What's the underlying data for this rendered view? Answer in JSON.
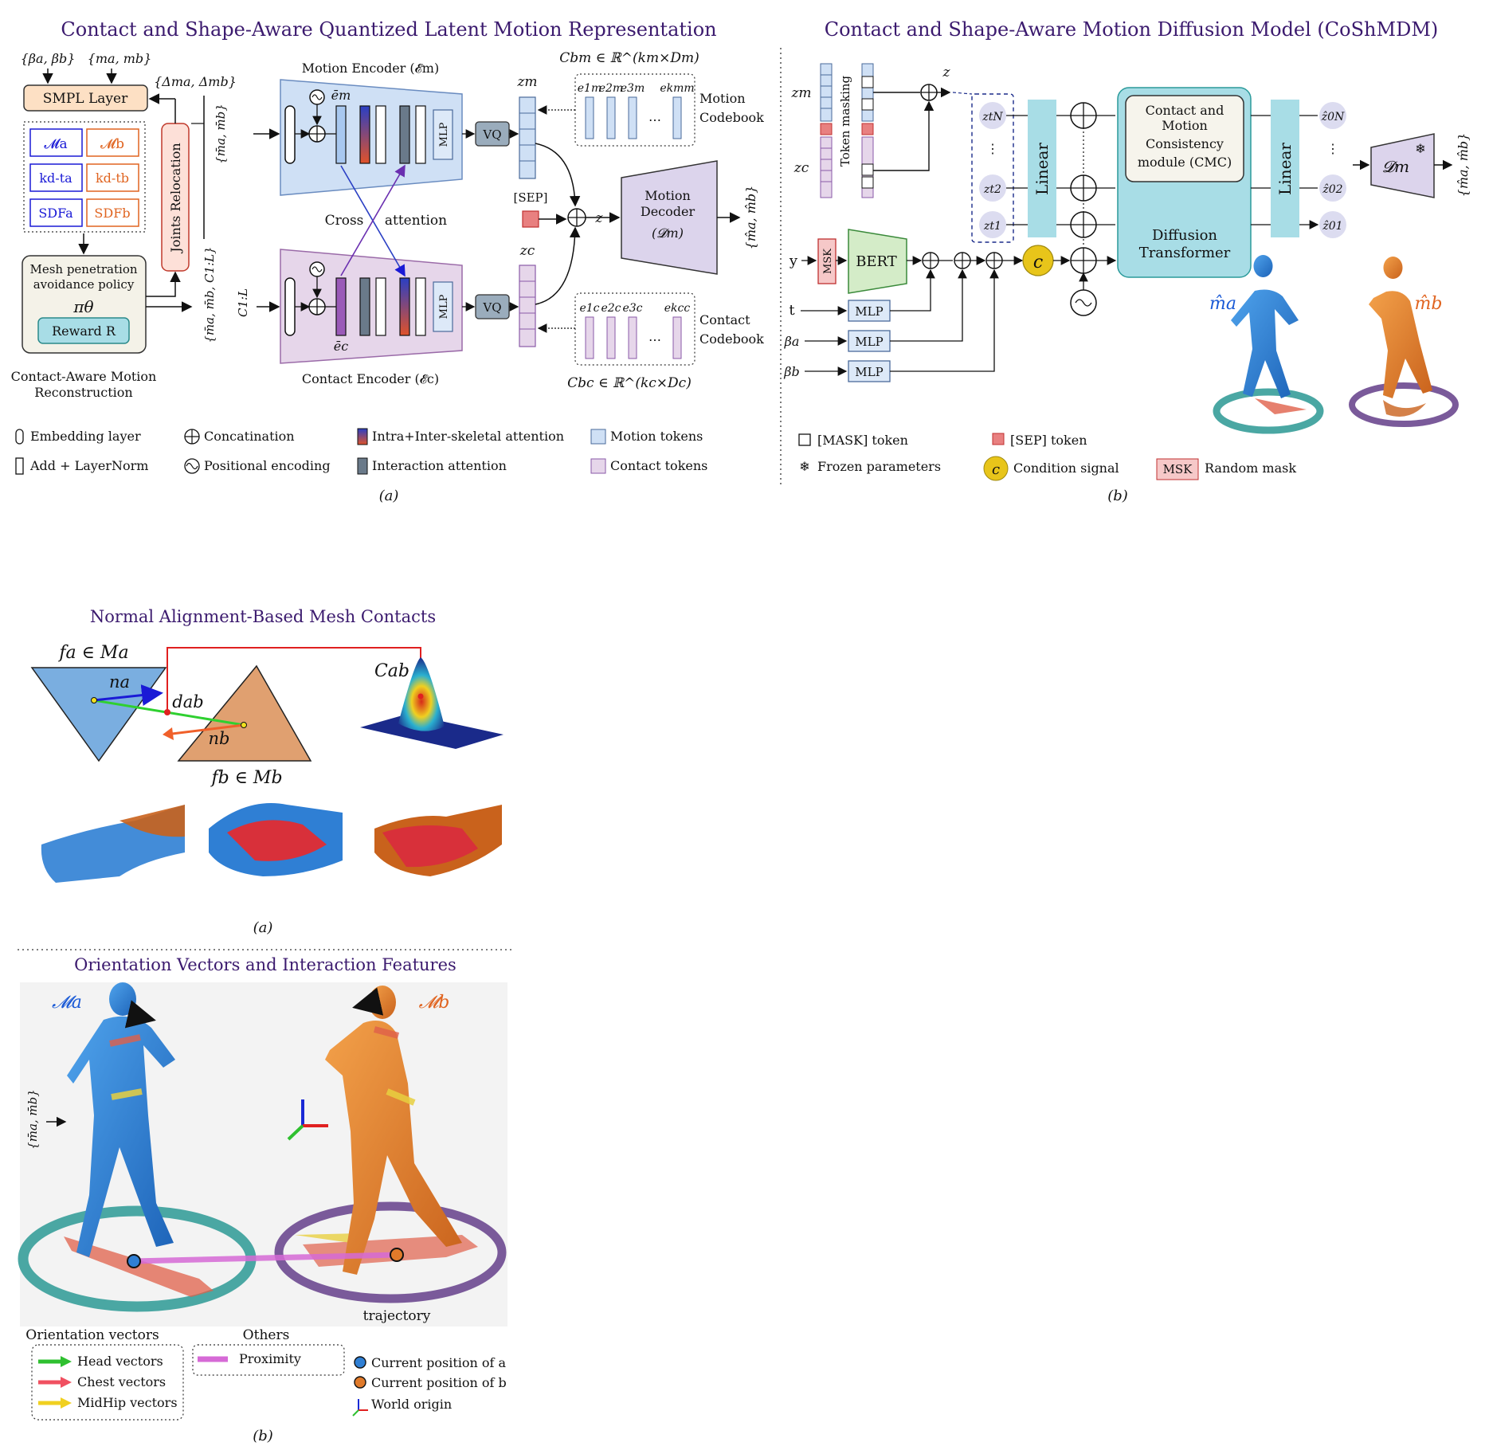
{
  "top_left": {
    "title": "Contact and Shape-Aware Quantized Latent Motion Representation",
    "inputs": [
      "{βa, βb}",
      "{ma, mb}"
    ],
    "smpl_layer": "SMPL Layer",
    "delta_label": "{Δma, Δmb}",
    "mesh_a": "𝓜a",
    "mesh_b": "𝓜b",
    "kdt_a": "kd-ta",
    "kdt_b": "kd-tb",
    "sdf_a": "SDFa",
    "sdf_b": "SDFb",
    "joints_relocation": "Joints Relocation",
    "policy": [
      "Mesh penetration",
      "avoidance policy"
    ],
    "policy_symbol": "πθ",
    "reward": "Reward R",
    "reconstruction": [
      "Contact-Aware Motion",
      "Reconstruction"
    ],
    "motion_encoder": "Motion Encoder (𝓔m)",
    "contact_encoder": "Contact Encoder (𝓔c)",
    "e_m": "ēm",
    "e_c": "ēc",
    "mlp": "MLP",
    "vq": "VQ",
    "cross_attention": [
      "Cross",
      "attention"
    ],
    "sep": "[SEP]",
    "z_m": "zm",
    "z_c": "zc",
    "z": "z",
    "motion_decoder": [
      "Motion",
      "Decoder",
      "(𝓓m)"
    ],
    "motion_codebook": [
      "Motion",
      "Codebook"
    ],
    "contact_codebook": [
      "Contact",
      "Codebook"
    ],
    "cb_m": "Cbm ∈ ℝ^(km×Dm)",
    "cb_c": "Cbc ∈ ℝ^(kc×Dc)",
    "codes_m": [
      "e1m",
      "e2m",
      "e3m",
      "…",
      "ekmm"
    ],
    "codes_c": [
      "e1c",
      "e2c",
      "e3c",
      "…",
      "ekcc"
    ],
    "side_upper": "{m̄a, m̄b}",
    "side_lower": "{m̄a, m̄b, C1:L}",
    "c_label": "C1:L",
    "output": "{m̂a, m̂b}",
    "legend": [
      "Embedding layer",
      "Concatination",
      "Intra+Inter-skeletal attention",
      "Motion tokens",
      "Add + LayerNorm",
      "Positional encoding",
      "Interaction attention",
      "Contact tokens"
    ],
    "caption": "(a)"
  },
  "top_right": {
    "title": "Contact and Shape-Aware Motion Diffusion Model (CoShMDM)",
    "z_m": "zm",
    "z_c": "zc",
    "z": "z",
    "token_masking": "Token masking",
    "zt": [
      "ztN",
      "⋮",
      "zt2",
      "zt1"
    ],
    "z0": [
      "ẑ0N",
      "⋮",
      "ẑ02",
      "ẑ01"
    ],
    "linear": "Linear",
    "cmc": [
      "Contact and",
      "Motion",
      "Consistency",
      "module (CMC)"
    ],
    "diffusion": [
      "Diffusion",
      "Transformer"
    ],
    "decoder": "𝓓m",
    "output": "{m̂a, m̂b}",
    "y": "y",
    "msk": "MSK",
    "bert": "BERT",
    "t": "t",
    "beta_a": "βa",
    "beta_b": "βb",
    "mlp": "MLP",
    "cond": "c",
    "m_hat_a": "m̂a",
    "m_hat_b": "m̂b",
    "legend": [
      "[MASK] token",
      "[SEP] token",
      "Frozen parameters",
      "Condition signal",
      "MSK",
      "Random mask"
    ],
    "caption": "(b)"
  },
  "bottom_a": {
    "title": "Normal Alignment-Based Mesh Contacts",
    "fa": "fa ∈ Ma",
    "fb": "fb ∈ Mb",
    "na": "na",
    "nb": "nb",
    "dab": "dab",
    "cab": "Cab",
    "caption": "(a)"
  },
  "bottom_b": {
    "title": "Orientation Vectors and Interaction Features",
    "ma": "𝓜a",
    "mb": "𝓜b",
    "side": "{m̄a, m̄b}",
    "trajectory": "trajectory",
    "orient_title": "Orientation vectors",
    "orient_items": [
      "Head vectors",
      "Chest vectors",
      "MidHip vectors"
    ],
    "others_title": "Others",
    "others_items": [
      "Proximity"
    ],
    "pos_items": [
      "Current position of a",
      "Current position of b",
      "World origin"
    ],
    "caption": "(b)"
  },
  "colors": {
    "title": "#3b1a6e",
    "motion_blue": "#cfe0f5",
    "contact_purple": "#e6d6ea",
    "agent_a": "#2f7fd4",
    "agent_b": "#e07a2a",
    "teal": "#4aa7a3",
    "cyan": "#a8dde6"
  }
}
